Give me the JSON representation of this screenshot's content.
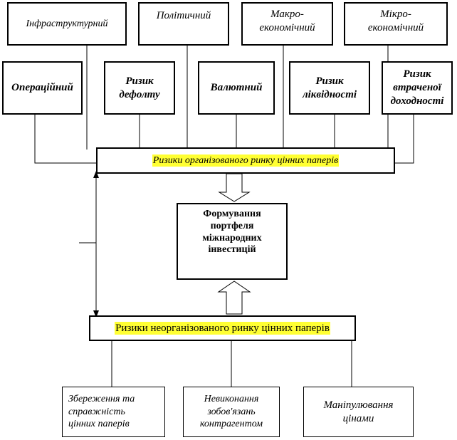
{
  "risk_types_top": [
    "Інфраструктурний",
    "Політичний",
    "Макро-\nекономічний",
    "Мікро-\nекономічний"
  ],
  "risk_types_middle": [
    "Операційний",
    "Ризик\nдефолту",
    "Валютний",
    "Ризик\nліквідності",
    "Ризик\nвтраченої\nдоходності"
  ],
  "organized_market": "Ризики організованого ринку цінних паперів",
  "portfolio": "Формування\nпортфеля\nміжнародних\nінвестицій",
  "unorganized_market": "Ризики неорганізованого ринку цінних паперів",
  "risk_types_bottom": [
    "Збереження та\nсправжність\nцінних паперів",
    "Невиконання\nзобов'язань\nконтрагентом",
    "Маніпулювання\nцінами"
  ],
  "colors": {
    "highlight": "#ffff33",
    "border": "#000000"
  }
}
